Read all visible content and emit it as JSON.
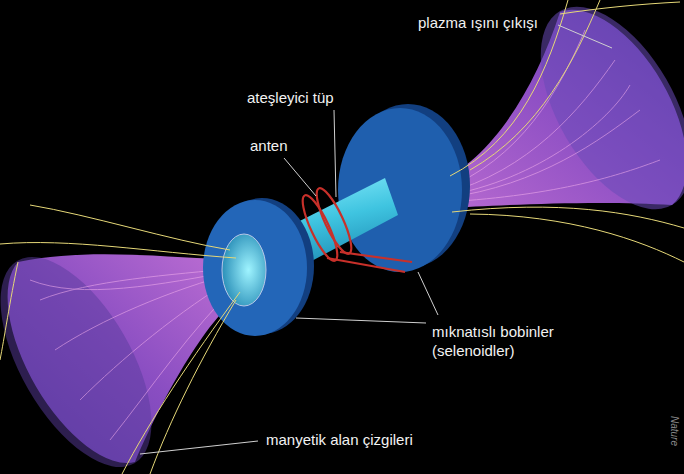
{
  "diagram": {
    "labels": [
      "plazma ışını çıkışı",
      "ateşleyici tüp",
      "anten",
      "mıknatıslı bobinler (selenoidler)",
      "manyetik alan çizgileri",
      "Nature"
    ]
  }
}
